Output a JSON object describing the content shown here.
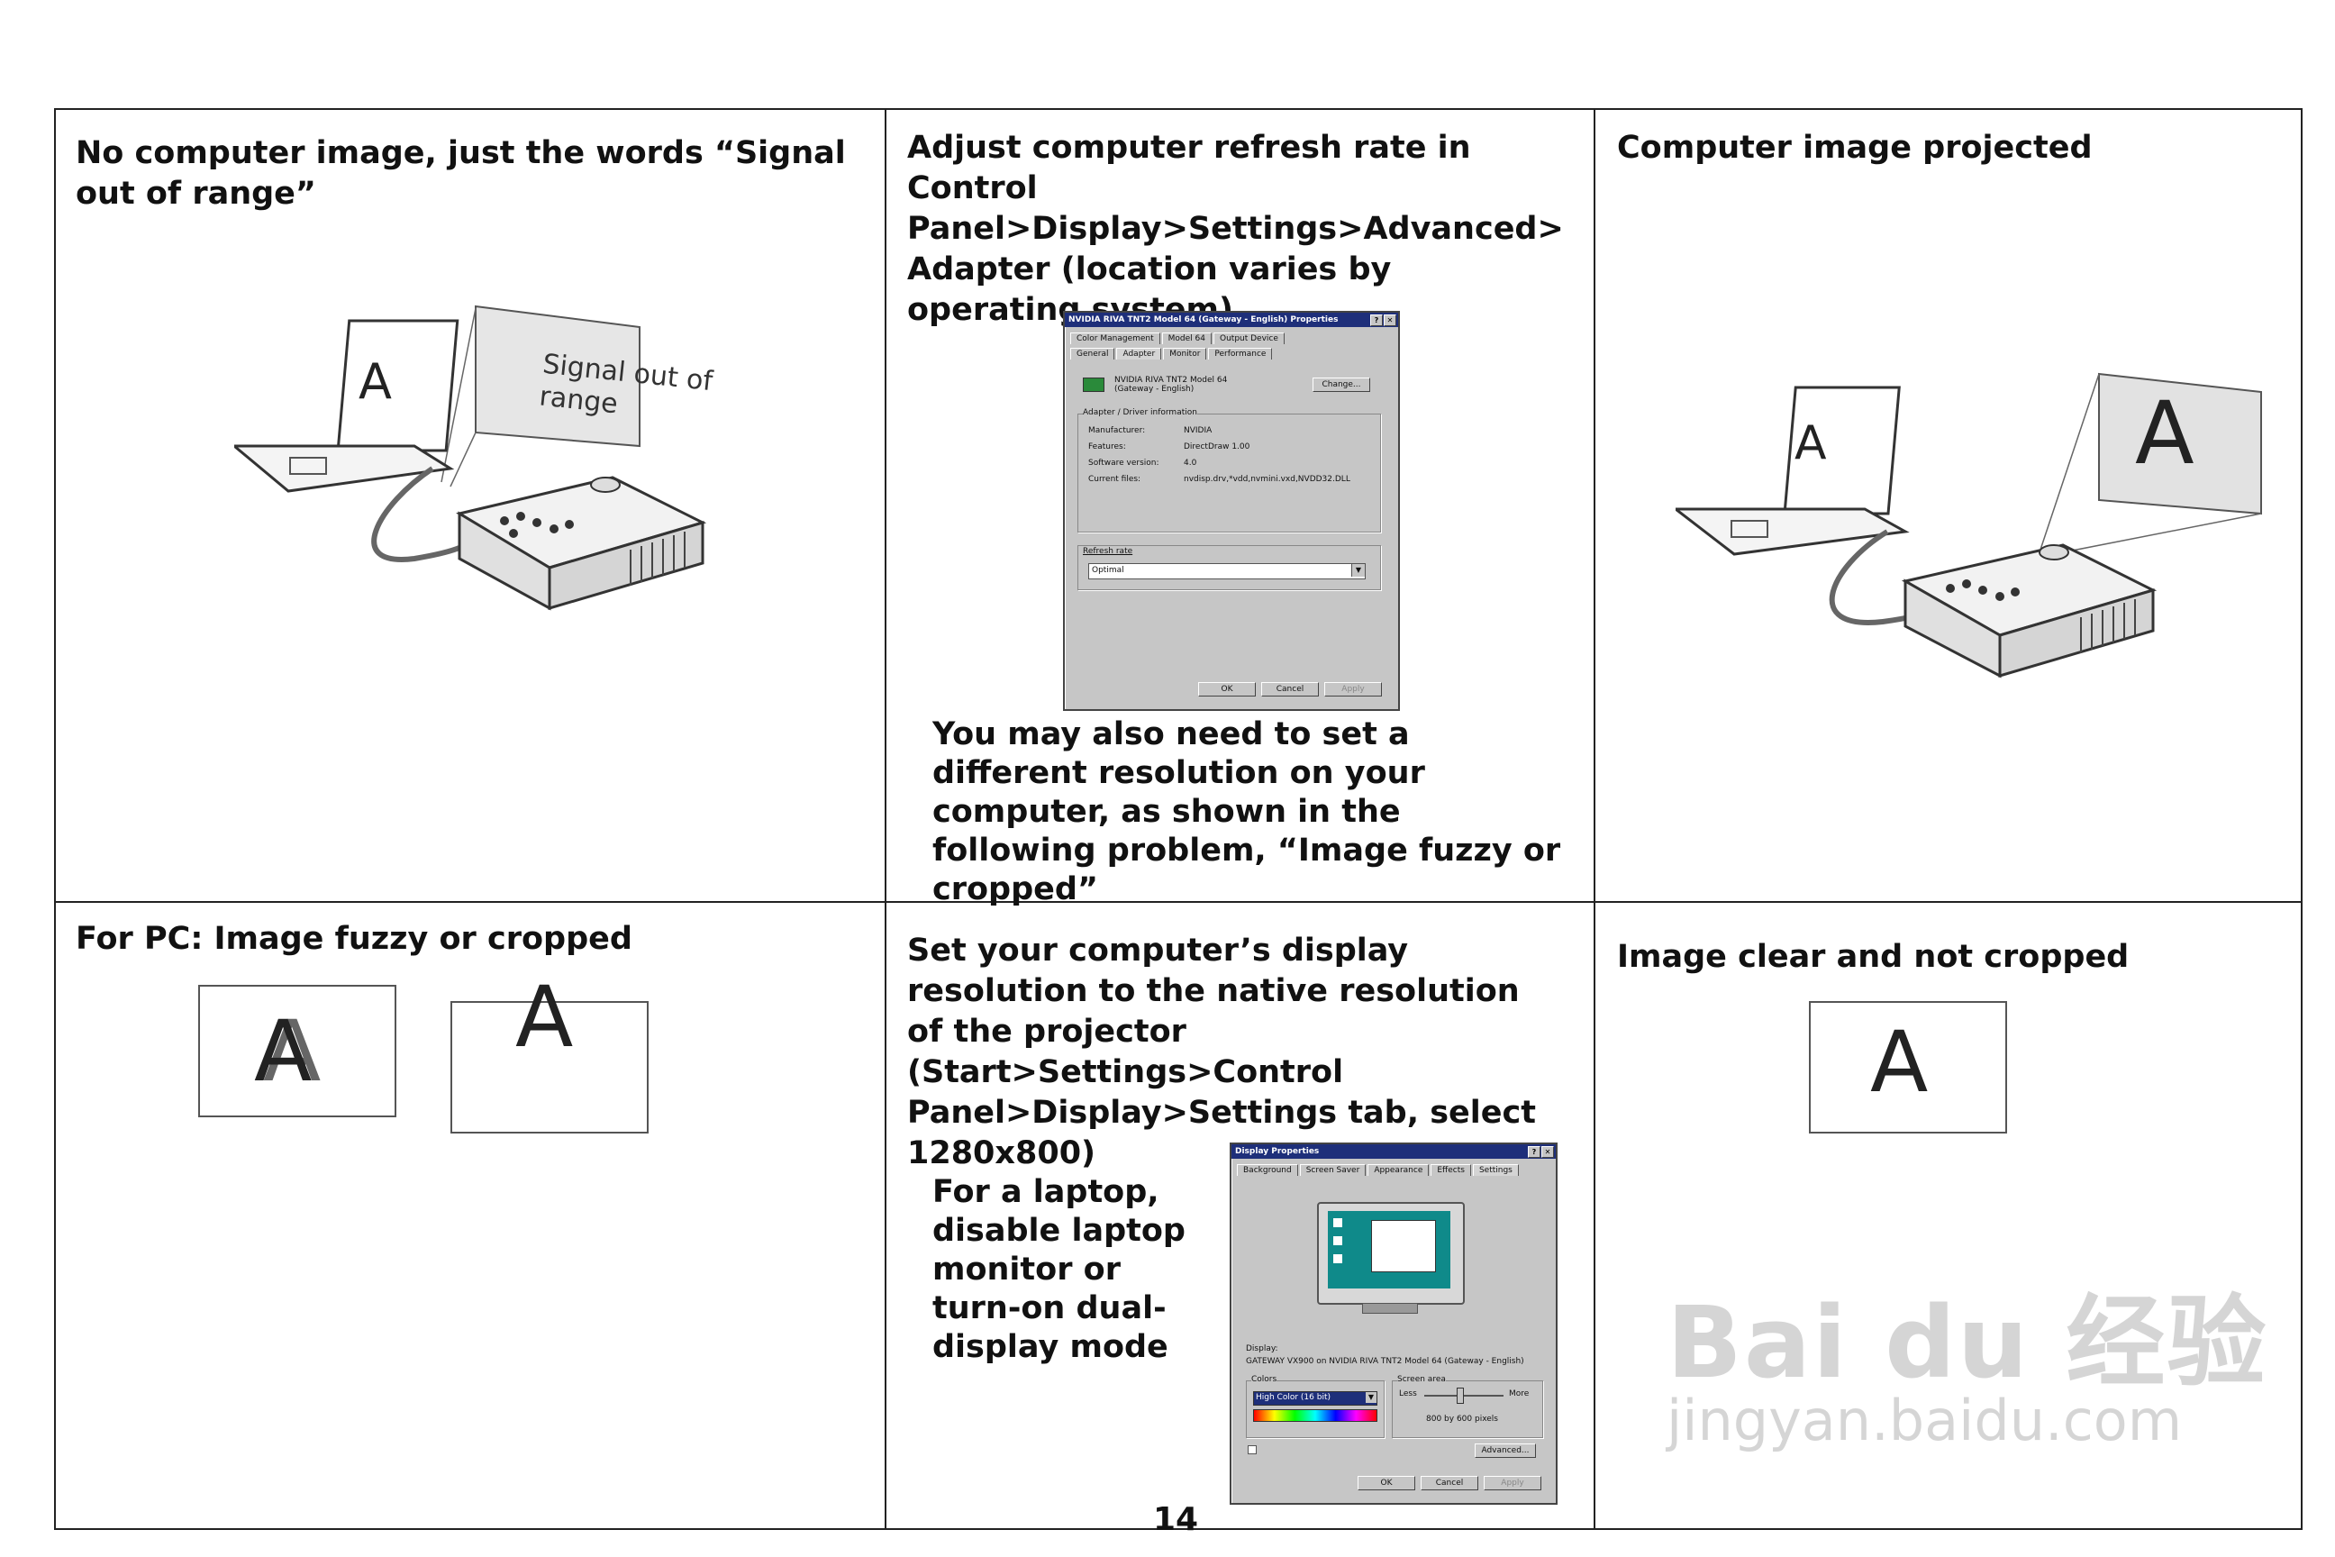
{
  "page": {
    "number": "14"
  },
  "row1": {
    "problem": {
      "text": "No computer image, just the words “Signal out of range”",
      "screen_text": "Signal out of range",
      "laptop_letter": "A"
    },
    "solution": {
      "text": "Adjust computer refresh rate in Control Panel>Display>Settings>Advanced> Adapter (location varies by operating system)",
      "dialog": {
        "title": "NVIDIA RIVA TNT2 Model 64 (Gateway - English) Properties",
        "tabs_top": [
          "Color Management",
          "Model 64",
          "Output Device"
        ],
        "tabs_bottom": [
          "General",
          "Adapter",
          "Monitor",
          "Performance"
        ],
        "adapter_name": "NVIDIA RIVA TNT2 Model 64 (Gateway - English)",
        "change_button": "Change...",
        "group_label": "Adapter / Driver information",
        "fields": [
          {
            "label": "Manufacturer:",
            "value": "NVIDIA"
          },
          {
            "label": "Features:",
            "value": "DirectDraw 1.00"
          },
          {
            "label": "Software version:",
            "value": "4.0"
          },
          {
            "label": "Current files:",
            "value": "nvdisp.drv,*vdd,nvmini.vxd,NVDD32.DLL"
          }
        ],
        "refresh_label": "Refresh rate",
        "refresh_value": "Optimal",
        "ok": "OK",
        "cancel": "Cancel",
        "apply": "Apply"
      },
      "note": "You may also need to set a different resolution on your computer, as shown in the following problem, “Image fuzzy or cropped”"
    },
    "result": {
      "text": "Computer image projected",
      "screen_letter": "A",
      "laptop_letter": "A"
    }
  },
  "row2": {
    "problem": {
      "text": "For PC: Image fuzzy or cropped",
      "fuzzy_letter": "A",
      "cropped_letter": "A"
    },
    "solution": {
      "text": "Set your computer’s display resolution to the native resolution of the projector (Start>Settings>Control Panel>Display>Settings tab, select 1280x800)",
      "note": "For a laptop, disable laptop monitor or turn-on dual-display mode",
      "dialog": {
        "title": "Display Properties",
        "tabs": [
          "Background",
          "Screen Saver",
          "Appearance",
          "Effects",
          "Settings"
        ],
        "display_label": "Display:",
        "display_value": "GATEWAY VX900 on NVIDIA RIVA TNT2 Model 64 (Gateway - English)",
        "colors_label": "Colors",
        "colors_value": "High Color (16 bit)",
        "screen_area_label": "Screen area",
        "less": "Less",
        "more": "More",
        "resolution": "800 by 600 pixels",
        "advanced": "Advanced...",
        "ok": "OK",
        "cancel": "Cancel",
        "apply": "Apply"
      }
    },
    "result": {
      "text": "Image clear and not cropped",
      "letter": "A"
    }
  },
  "watermark": {
    "brand": "Bai du 经验",
    "url": "jingyan.baidu.com"
  }
}
